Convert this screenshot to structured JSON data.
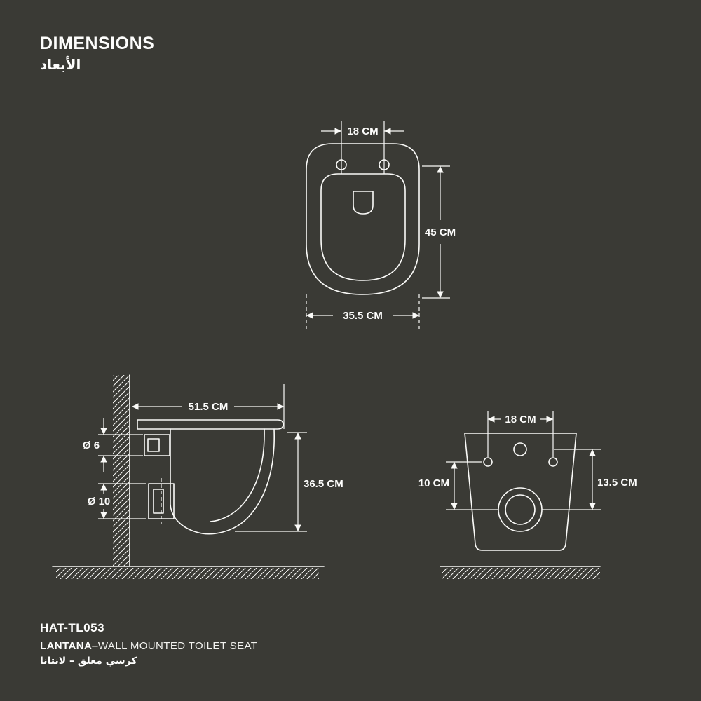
{
  "colors": {
    "background": "#3a3a35",
    "line": "#fafaf8"
  },
  "header": {
    "title": "DIMENSIONS",
    "title_ar": "الأبعاد"
  },
  "views": {
    "top": {
      "hole_spacing": "18 CM",
      "length": "45 CM",
      "width": "35.5 CM"
    },
    "side": {
      "depth": "51.5 CM",
      "hole_small_diameter": "Ø 6",
      "pipe_diameter": "Ø 10",
      "height": "36.5 CM"
    },
    "rear": {
      "hole_spacing": "18 CM",
      "drain_offset": "10 CM",
      "hole_offset": "13.5 CM"
    }
  },
  "footer": {
    "model": "HAT-TL053",
    "name": "LANTANA",
    "name_suffix": "–WALL MOUNTED TOILET SEAT",
    "name_ar": "كرسي معلق – لانتانا"
  }
}
